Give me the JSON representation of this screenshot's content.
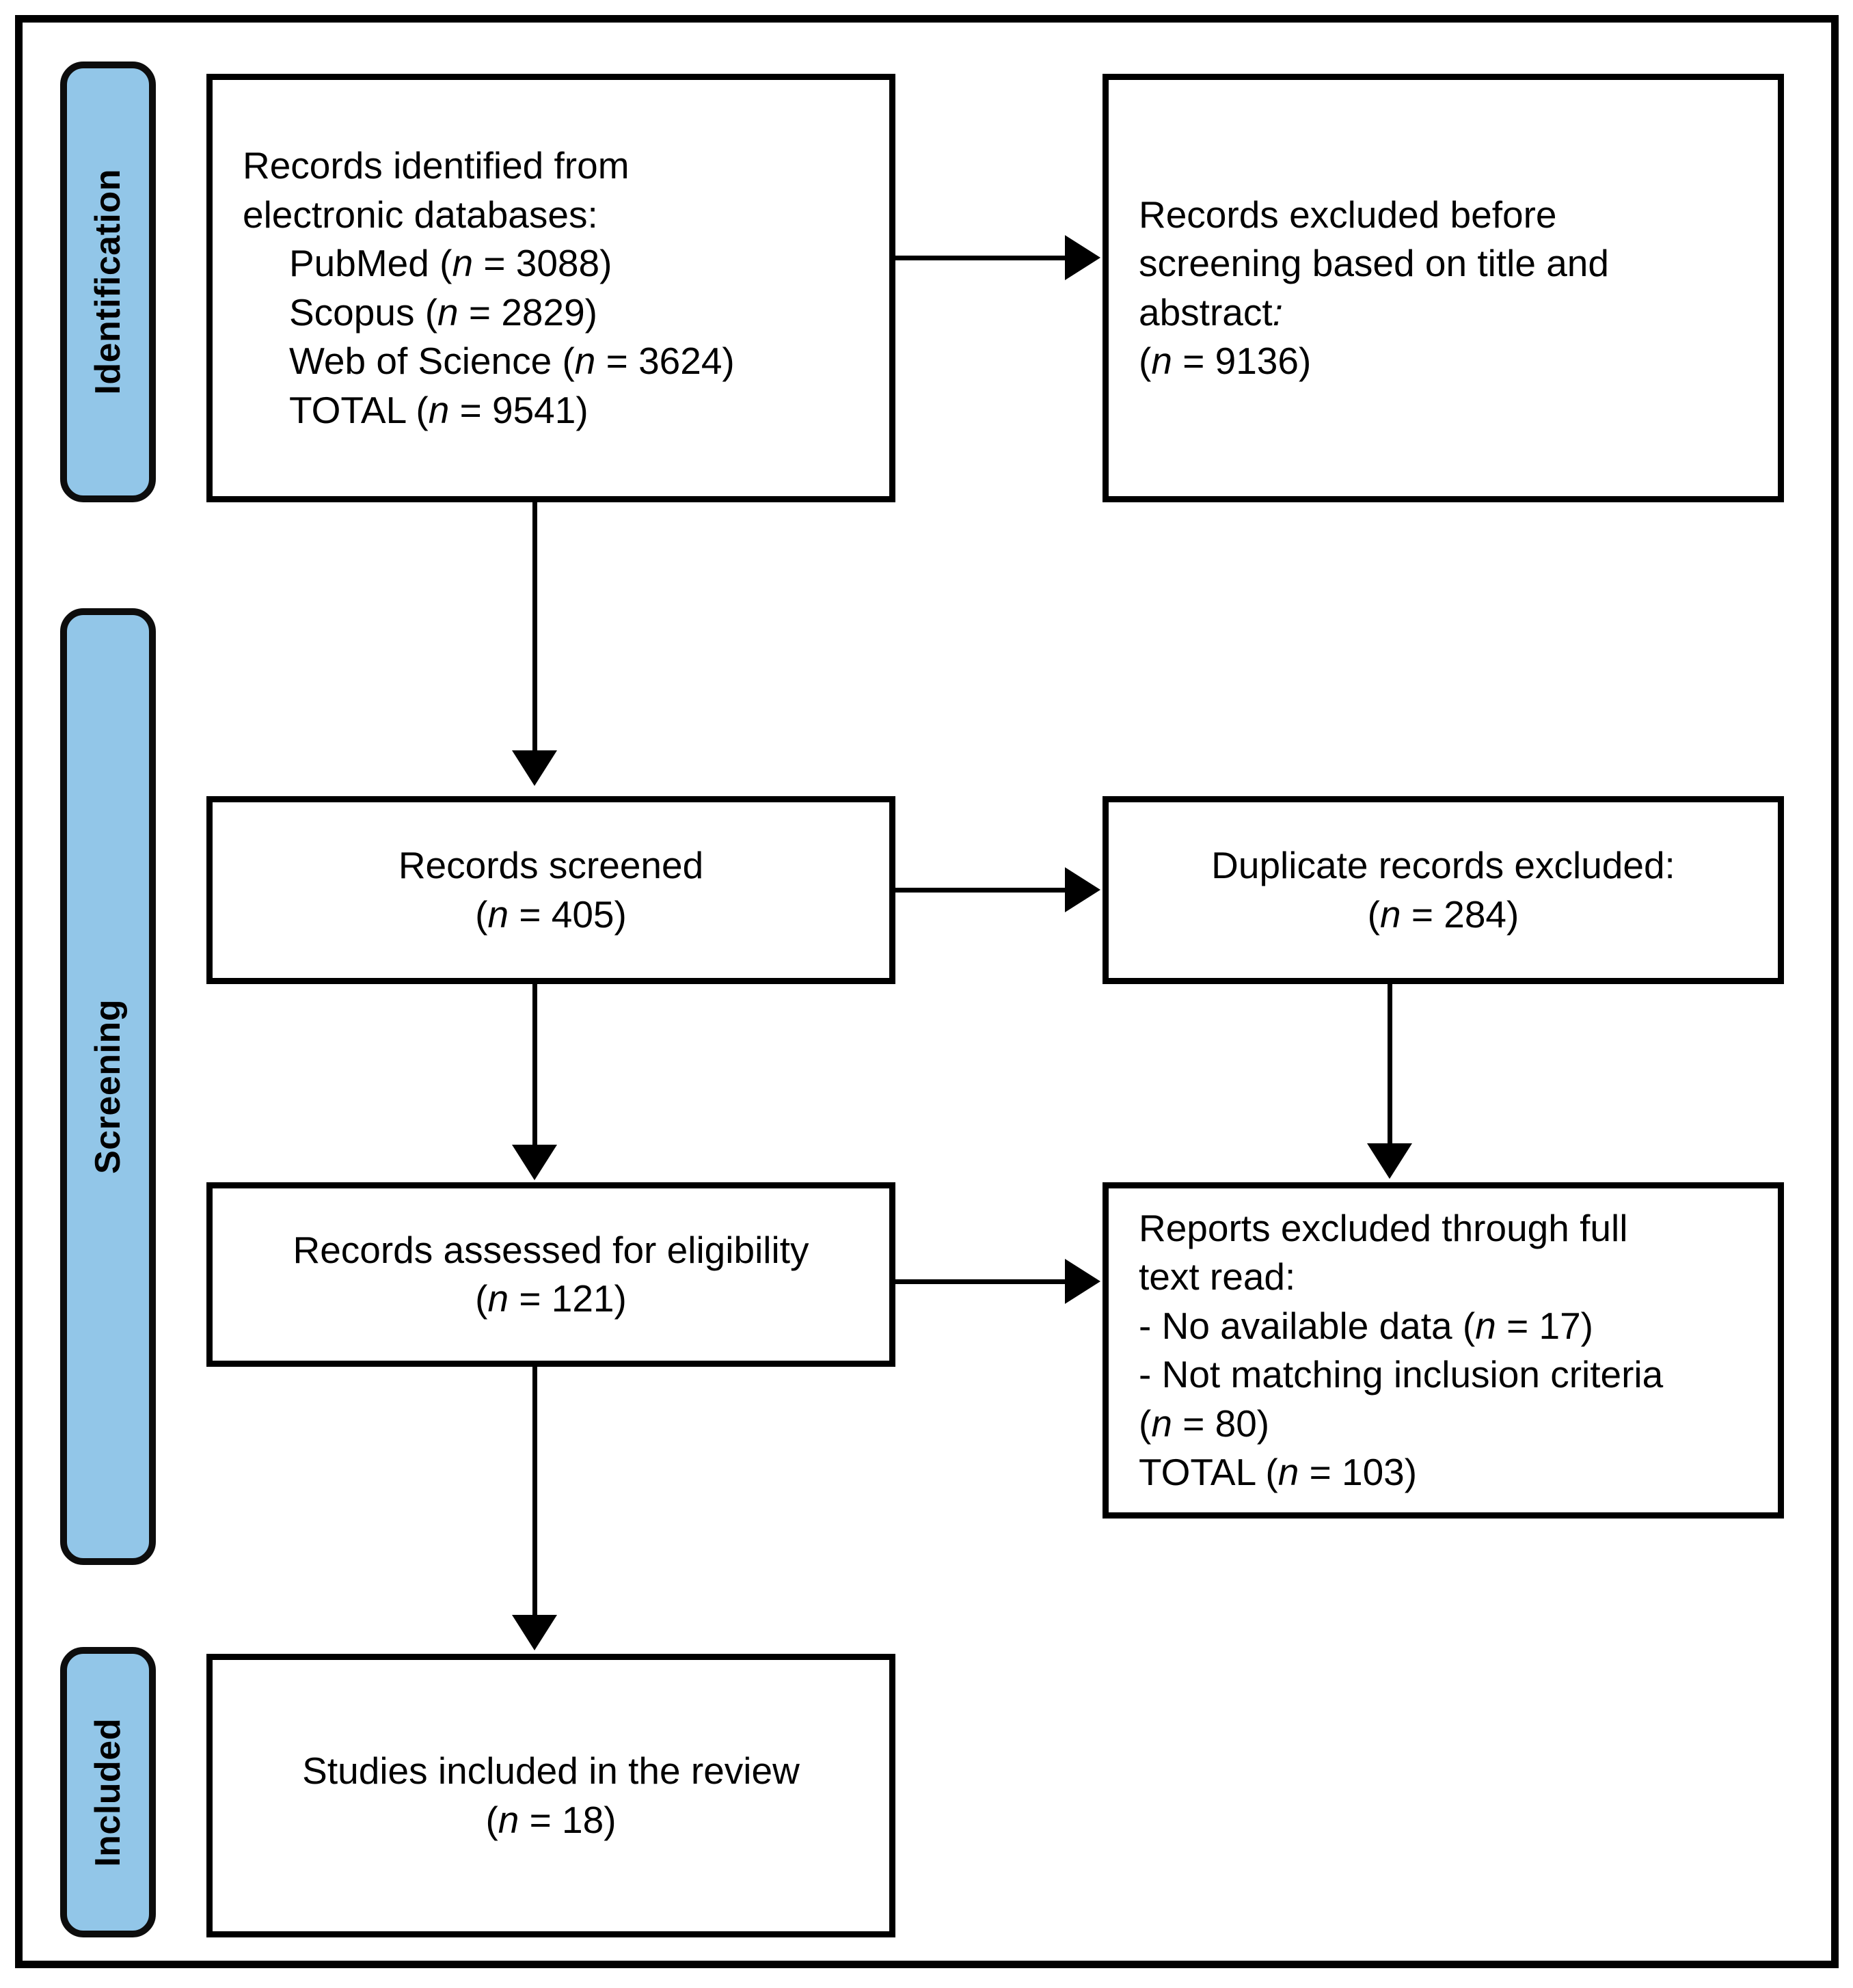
{
  "diagram": {
    "title": "PRISMA study selection flow diagram",
    "colors": {
      "stage_bar_fill": "#92C6E8",
      "stroke": "#000000",
      "box_fill": "#FFFFFF"
    },
    "stages": [
      {
        "id": "identification",
        "label": "Identification"
      },
      {
        "id": "screening",
        "label": "Screening"
      },
      {
        "id": "included",
        "label": "Included"
      }
    ],
    "boxes": {
      "identified": {
        "line1": "Records identified from",
        "line2": "electronic databases:",
        "source1_label": "PubMed (",
        "source1_n": " = 3088)",
        "source2_label": "Scopus (",
        "source2_n": " = 2829)",
        "source3_label": "Web of Science (",
        "source3_n": " = 3624)",
        "total_label": "TOTAL (",
        "total_n": " = 9541)"
      },
      "excluded_before": {
        "line1": "Records excluded before",
        "line2": "screening based on title and",
        "line3": "abstract",
        "line3_colon": ":",
        "count_open": "(",
        "count_n": " = 9136)"
      },
      "screened": {
        "line1": "Records screened",
        "count_open": "(",
        "count_n": " = 405)"
      },
      "duplicates": {
        "line1": "Duplicate records excluded:",
        "count_open": "(",
        "count_n": " = 284)"
      },
      "eligibility": {
        "line1": "Records assessed for eligibility",
        "count_open": "(",
        "count_n": " = 121)"
      },
      "fulltext_excluded": {
        "line1": "Reports excluded through full",
        "line2": "text read:",
        "reason1_label": "- No available data (",
        "reason1_n": " = 17)",
        "reason2_label": "- Not matching inclusion criteria",
        "reason2_count_open": "(",
        "reason2_n": " = 80)",
        "total_label": "TOTAL (",
        "total_n": " = 103)"
      },
      "included_studies": {
        "line1": "Studies included in the review",
        "count_open": "(",
        "count_n": " = 18)"
      }
    },
    "italic_n": "n"
  },
  "chart_data": {
    "type": "diagram",
    "title": "PRISMA flow diagram of study selection",
    "nodes": [
      {
        "id": "identified",
        "stage": "Identification",
        "label": "Records identified from electronic databases",
        "n": 9541,
        "breakdown": [
          {
            "source": "PubMed",
            "n": 3088
          },
          {
            "source": "Scopus",
            "n": 2829
          },
          {
            "source": "Web of Science",
            "n": 3624
          }
        ]
      },
      {
        "id": "excluded_before",
        "stage": "Identification",
        "label": "Records excluded before screening based on title and abstract",
        "n": 9136
      },
      {
        "id": "screened",
        "stage": "Screening",
        "label": "Records screened",
        "n": 405
      },
      {
        "id": "duplicates",
        "stage": "Screening",
        "label": "Duplicate records excluded",
        "n": 284
      },
      {
        "id": "eligibility",
        "stage": "Screening",
        "label": "Records assessed for eligibility",
        "n": 121
      },
      {
        "id": "fulltext_excluded",
        "stage": "Screening",
        "label": "Reports excluded through full text read",
        "n": 103,
        "breakdown": [
          {
            "reason": "No available data",
            "n": 17
          },
          {
            "reason": "Not matching inclusion criteria",
            "n": 80
          }
        ]
      },
      {
        "id": "included_studies",
        "stage": "Included",
        "label": "Studies included in the review",
        "n": 18
      }
    ],
    "edges": [
      {
        "from": "identified",
        "to": "excluded_before",
        "direction": "right"
      },
      {
        "from": "identified",
        "to": "screened",
        "direction": "down"
      },
      {
        "from": "screened",
        "to": "duplicates",
        "direction": "right"
      },
      {
        "from": "duplicates",
        "to": "fulltext_excluded",
        "direction": "down"
      },
      {
        "from": "screened",
        "to": "eligibility",
        "direction": "down"
      },
      {
        "from": "eligibility",
        "to": "fulltext_excluded",
        "direction": "right"
      },
      {
        "from": "eligibility",
        "to": "included_studies",
        "direction": "down"
      }
    ]
  }
}
